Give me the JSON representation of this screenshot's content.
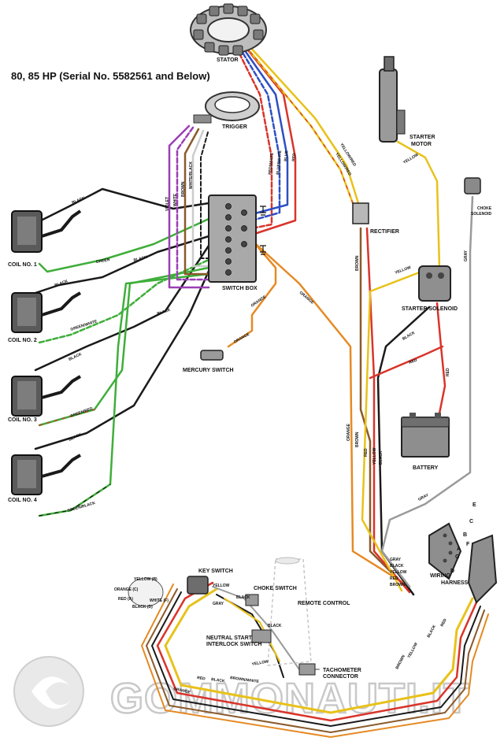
{
  "title": "80, 85 HP (Serial No. 5582561 and Below)",
  "components": {
    "stator": "STATOR",
    "trigger": "TRIGGER",
    "switch_box": "SWITCH BOX",
    "coil1": "COIL NO. 1",
    "coil2": "COIL NO. 2",
    "coil3": "COIL NO. 3",
    "coil4": "COIL NO. 4",
    "mercury_switch": "MERCURY SWITCH",
    "starter_motor": [
      "STARTER",
      "MOTOR"
    ],
    "choke_solenoid": [
      "CHOKE",
      "SOLENOID"
    ],
    "rectifier": "RECTIFIER",
    "starter_solenoid": "STARTER SOLENOID",
    "battery": "BATTERY",
    "wiring_harness": [
      "WIRING",
      "HARNESS"
    ],
    "key_switch": "KEY SWITCH",
    "choke_switch": "CHOKE SWITCH",
    "remote_control": "REMOTE CONTROL",
    "neutral_start": [
      "NEUTRAL START",
      "INTERLOCK SWITCH"
    ],
    "tachometer": [
      "TACHOMETER",
      "CONNECTOR"
    ]
  },
  "wire_labels": {
    "black": "BLACK",
    "green": "GREEN",
    "green_white": "GREEN/WHITE",
    "green_red": "GREEN/RED",
    "green_black": "GREEN/BLACK",
    "violet": "VIOLET",
    "violet_white": "VIOLET/WHITE",
    "white": "WHITE",
    "brown": "BROWN",
    "white_black": "WHITE/BLACK",
    "red_white": "RED/WHITE",
    "blue_white": "BLUE/WHITE",
    "blue": "BLUE",
    "red": "RED",
    "orange": "ORANGE",
    "yellow": "YELLOW",
    "yellow_red": "YELLOW/RED",
    "gray": "GRAY",
    "brown_white": "BROWN/WHITE"
  },
  "harness_pins": [
    "E",
    "C",
    "B",
    "A",
    "F",
    "G",
    "D"
  ],
  "key_positions": [
    "YELLOW (B)",
    "ORANGE (C)",
    "RED (A)",
    "BLACK (D)",
    "WHITE (F)"
  ],
  "watermark": "GOMMONAUTI.IT",
  "colors": {
    "black": "#1a1a1a",
    "green": "#3fae3a",
    "violet": "#9b3fb6",
    "brown": "#8a5a2b",
    "red": "#d9342b",
    "blue": "#2e4fc4",
    "orange": "#e58a24",
    "yellow": "#e8c21a",
    "gray": "#9a9a9a",
    "white": "#ffffff"
  }
}
